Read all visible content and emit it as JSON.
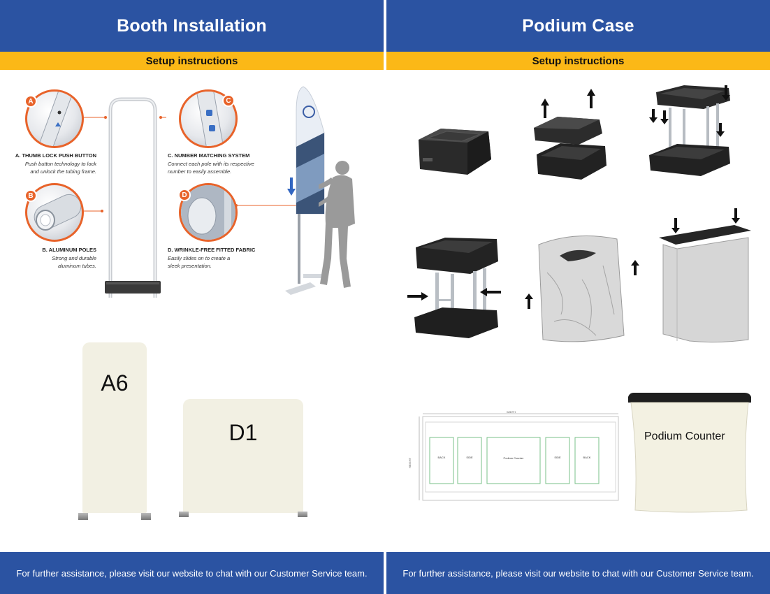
{
  "left_panel": {
    "title": "Booth Installation",
    "subtitle": "Setup instructions",
    "features": [
      {
        "badge": "A",
        "title": "A. THUMB LOCK PUSH BUTTON",
        "desc_1": "Push button technology to lock",
        "desc_2": "and unlock the tubing frame."
      },
      {
        "badge": "B",
        "title": "B. ALUMINUM POLES",
        "desc_1": "Strong and durable",
        "desc_2": "aluminum tubes."
      },
      {
        "badge": "C",
        "title": "C. NUMBER MATCHING SYSTEM",
        "desc_1": "Connect each pole with its respective",
        "desc_2": "number to easily assemble."
      },
      {
        "badge": "D",
        "title": "D. WRINKLE-FREE FITTED FABRIC",
        "desc_1": "Easily slides on to create a",
        "desc_2": "sleek presentation."
      }
    ],
    "displays": [
      {
        "label": "A6"
      },
      {
        "label": "D1"
      }
    ],
    "footer": "For further assistance, please visit our website  to chat with our Customer Service team."
  },
  "right_panel": {
    "title": "Podium Case",
    "subtitle": "Setup instructions",
    "template": {
      "width_label": "WIDTH",
      "height_label": "HEIGHT",
      "sections": [
        "BACK",
        "SIDE",
        "Podium Counter",
        "SIDE",
        "BACK"
      ]
    },
    "counter_label": "Podium Counter",
    "footer": "For further assistance, please visit our website  to chat with our Customer Service team."
  },
  "colors": {
    "header_blue": "#2b53a2",
    "subheader_yellow": "#fbb817",
    "callout_orange": "#e8632a",
    "fabric_cream": "#f2f0e3"
  }
}
